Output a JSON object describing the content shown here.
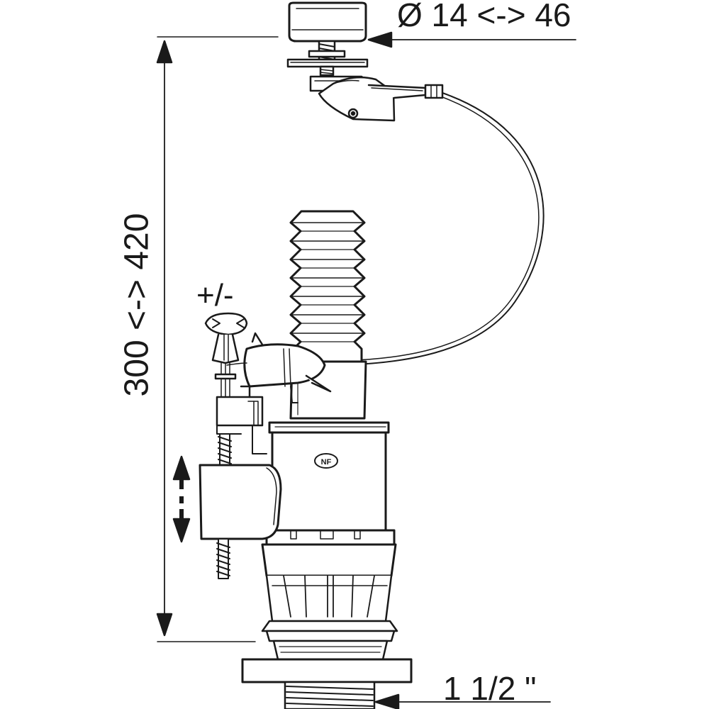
{
  "labels": {
    "top_diameter": "Ø 14 <-> 46",
    "height_range": "300 <-> 420",
    "adjust": "+/-",
    "outlet_thread": "1 1/2 \""
  },
  "logo_text": "NF",
  "colors": {
    "line": "#1a1a1a",
    "background": "#ffffff"
  },
  "icons": [
    "arrow-left-icon",
    "arrow-up-down-icon",
    "screw-icon",
    "cable-icon"
  ]
}
